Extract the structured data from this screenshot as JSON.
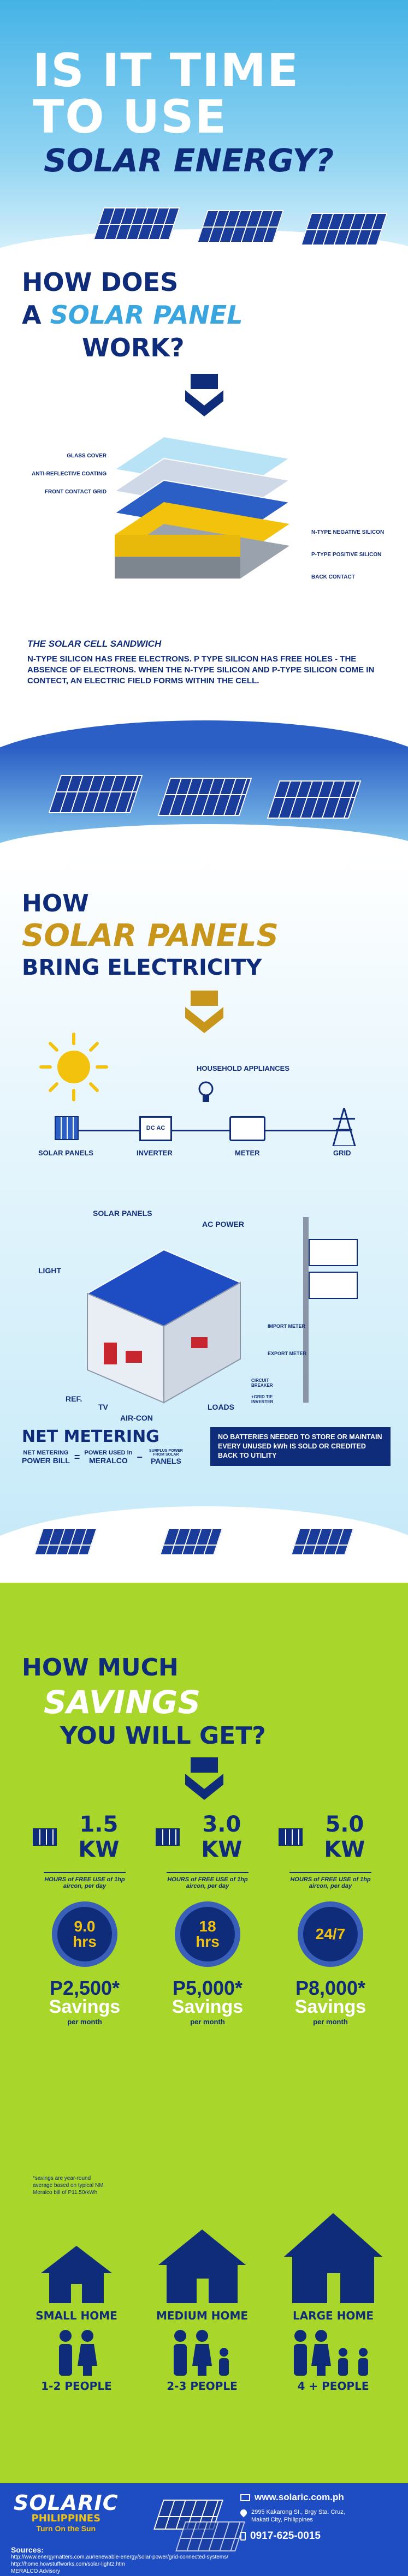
{
  "hero": {
    "line1": "IS IT TIME",
    "line2": "TO USE",
    "line3": "SOLAR ENERGY?"
  },
  "section1": {
    "title_line1": "HOW DOES",
    "title_line2_prefix": "A",
    "title_line2_highlight": "SOLAR PANEL",
    "title_line3": "WORK?",
    "layers_left": [
      "GLASS COVER",
      "ANTI-REFLECTIVE COATING",
      "FRONT CONTACT GRID"
    ],
    "layers_right": [
      "N-TYPE NEGATIVE SILICON",
      "P-TYPE POSITIVE SILICON",
      "BACK CONTACT"
    ],
    "sandwich_title": "THE SOLAR CELL SANDWICH",
    "sandwich_text": "N-TYPE SILICON HAS FREE ELECTRONS. P TYPE SILICON HAS FREE HOLES - THE ABSENCE OF ELECTRONS. WHEN THE N-TYPE SILICON AND P-TYPE SILICON COME IN CONTECT, AN ELECTRIC FIELD FORMS WITHIN THE CELL."
  },
  "section2": {
    "title_line1": "HOW",
    "title_line2": "SOLAR PANELS",
    "title_line3": "BRING ELECTRICITY",
    "household": "HOUSEHOLD APPLIANCES",
    "flow": [
      "SOLAR PANELS",
      "INVERTER",
      "METER",
      "GRID"
    ],
    "inverter_box": "DC AC",
    "house_labels": {
      "solar_panels": "SOLAR PANELS",
      "ac_power": "AC POWER",
      "light": "LIGHT",
      "ref": "REF.",
      "tv": "TV",
      "aircon": "AIR-CON",
      "loads": "LOADS",
      "import_meter": "IMPORT METER",
      "export_meter": "EXPORT METER",
      "breaker": "CIRCUIT BREAKER",
      "inverter": "+GRID TIE INVERTER"
    },
    "net_title": "NET METERING",
    "eq_1": "NET METERING",
    "eq_2": "POWER BILL",
    "eq_3": "POWER USED in",
    "eq_4": "MERALCO",
    "eq_5": "SURPLUS POWER FROM SOLAR",
    "eq_6": "PANELS",
    "net_note": "NO BATTERIES NEEDED TO STORE OR MAINTAIN EVERY UNUSED kWh IS SOLD OR CREDITED BACK TO UTILITY"
  },
  "section3": {
    "title_line1": "HOW MUCH",
    "title_line2": "SAVINGS",
    "title_line3": "YOU WILL GET?",
    "kw": [
      "1.5 KW",
      "3.0 KW",
      "5.0 KW"
    ],
    "free_use": "HOURS of FREE USE of 1hp aircon, per day",
    "hours": [
      "9.0 hrs",
      "18 hrs",
      "24/7"
    ],
    "savings_amounts": [
      "P2,500*",
      "P5,000*",
      "P8,000*"
    ],
    "savings_word": "Savings",
    "per_month": "per month",
    "footnote": "*savings are year-round average based on typical NM Meralco bill of P11.50/kWh",
    "homes": [
      "SMALL HOME",
      "MEDIUM HOME",
      "LARGE HOME"
    ],
    "people": [
      "1-2 PEOPLE",
      "2-3 PEOPLE",
      "4 + PEOPLE"
    ]
  },
  "footer": {
    "brand": "SOLARIC",
    "brand_sub": "PHILIPPINES",
    "tagline": "Turn On the Sun",
    "website": "www.solaric.com.ph",
    "address": "2995 Kakarong St., Brgy Sta. Cruz, Makati City, Philippines",
    "phone": "0917-625-0015",
    "sources_label": "Sources:",
    "source1": "http://www.energymatters.com.au/renewable-energy/solar-power/grid-connected-systems/",
    "source2": "http://home.howstuffworks.com/solar-light2.htm",
    "source3": "MERALCO Advisory"
  },
  "colors": {
    "navy": "#0f2c7a",
    "sky": "#4ab5e8",
    "yellow": "#f2c20c",
    "green": "#a8d62b"
  }
}
